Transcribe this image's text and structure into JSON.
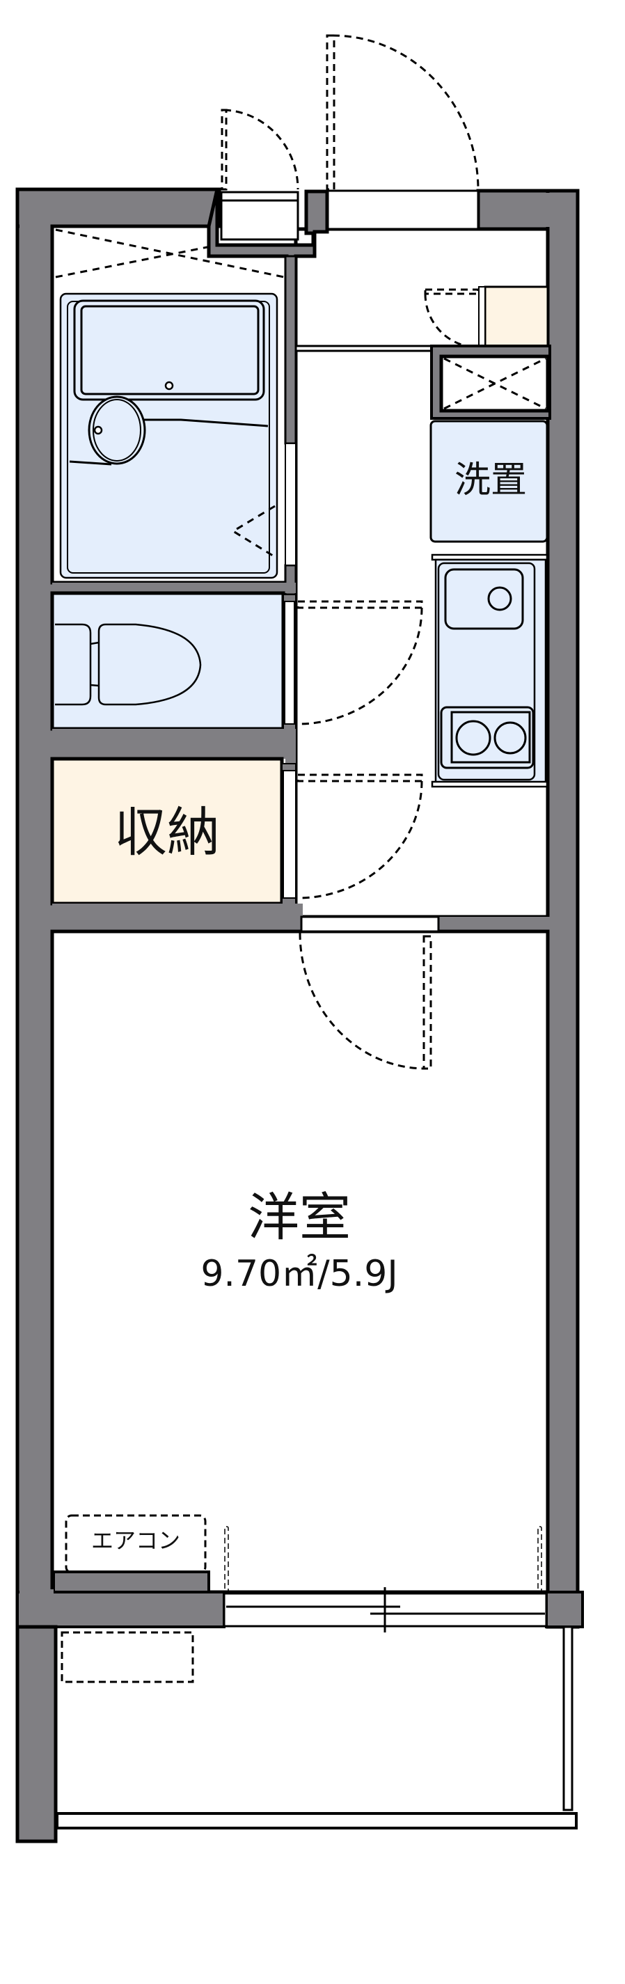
{
  "colors": {
    "wall": "#807f83",
    "wet_area": "#e4eefc",
    "storage": "#fef4e4",
    "line": "#000000",
    "floor": "#ffffff"
  },
  "rooms": {
    "western_room": {
      "label": "洋室",
      "area": "9.70㎡/5.9J"
    },
    "storage": {
      "label": "収納"
    },
    "washer_space": {
      "label": "洗置"
    },
    "air_conditioner": {
      "label": "エアコン"
    }
  },
  "fixtures": [
    {
      "name": "unit-bath"
    },
    {
      "name": "toilet"
    },
    {
      "name": "kitchen-sink"
    },
    {
      "name": "two-burner-stove"
    },
    {
      "name": "shoe-cabinet"
    },
    {
      "name": "pipe-shaft"
    },
    {
      "name": "balcony"
    },
    {
      "name": "outdoor-unit-space"
    },
    {
      "name": "sliding-window"
    }
  ]
}
